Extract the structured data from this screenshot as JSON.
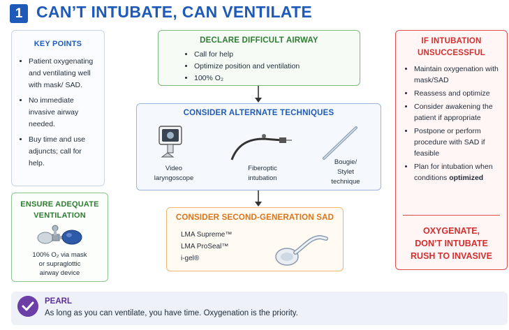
{
  "header": {
    "number": "1",
    "title": "CAN’T INTUBATE, CAN VENTILATE"
  },
  "key_points": {
    "title": "KEY POINTS",
    "items": [
      "Patient oxygenating and ventilating well with mask/ SAD.",
      "No immediate invasive airway needed.",
      "Buy time and use adjuncts; call for help."
    ]
  },
  "ensure_ventilation": {
    "title_line1": "ENSURE ADEQUATE",
    "title_line2": "VENTILATION",
    "caption_line1": "100% O₂ via mask",
    "caption_line2": "or supraglottic",
    "caption_line3": "airway device",
    "icon": "bag-valve-mask-icon"
  },
  "declare": {
    "title": "DECLARE DIFFICULT AIRWAY",
    "items": [
      "Call for help",
      "Optimize position and ventilation",
      "100% O₂"
    ]
  },
  "alternate": {
    "title": "CONSIDER ALTERNATE TECHNIQUES",
    "techniques": [
      {
        "line1": "Video",
        "line2": "laryngoscope",
        "icon": "video-laryngoscope-icon"
      },
      {
        "line1": "Fiberoptic",
        "line2": "intubation",
        "icon": "fiberoptic-scope-icon"
      },
      {
        "line1": "Bougie/",
        "line2": "Stylet",
        "line3": "technique",
        "icon": "bougie-icon"
      }
    ]
  },
  "sad": {
    "title": "CONSIDER SECOND-GENERATION SAD",
    "items": [
      "LMA Supreme™",
      "LMA ProSeal™",
      "i-gel®"
    ],
    "icon": "laryngeal-mask-icon"
  },
  "unsuccessful": {
    "title_line1": "IF INTUBATION",
    "title_line2": "UNSUCCESSFUL",
    "items": [
      "Maintain oxygenation with mask/SAD",
      "Reassess and optimize",
      "Consider awakening the patient if appropriate",
      "Postpone or perform procedure with SAD if feasible",
      "Plan for intubation when conditions"
    ],
    "last_item_bold": "optimized",
    "closing_line1": "OXYGENATE,",
    "closing_line2": "DON’T INTUBATE",
    "closing_line3": "RUSH TO INVASIVE"
  },
  "pearl": {
    "title": "PEARL",
    "text": "As long as you can ventilate, you have time. Oxygenation is the priority.",
    "icon": "check-circle-icon"
  },
  "colors": {
    "blue": "#1e5bb8",
    "green": "#2e7d32",
    "orange": "#d9751a",
    "red": "#d32f2f",
    "purple": "#6b3fa6"
  }
}
